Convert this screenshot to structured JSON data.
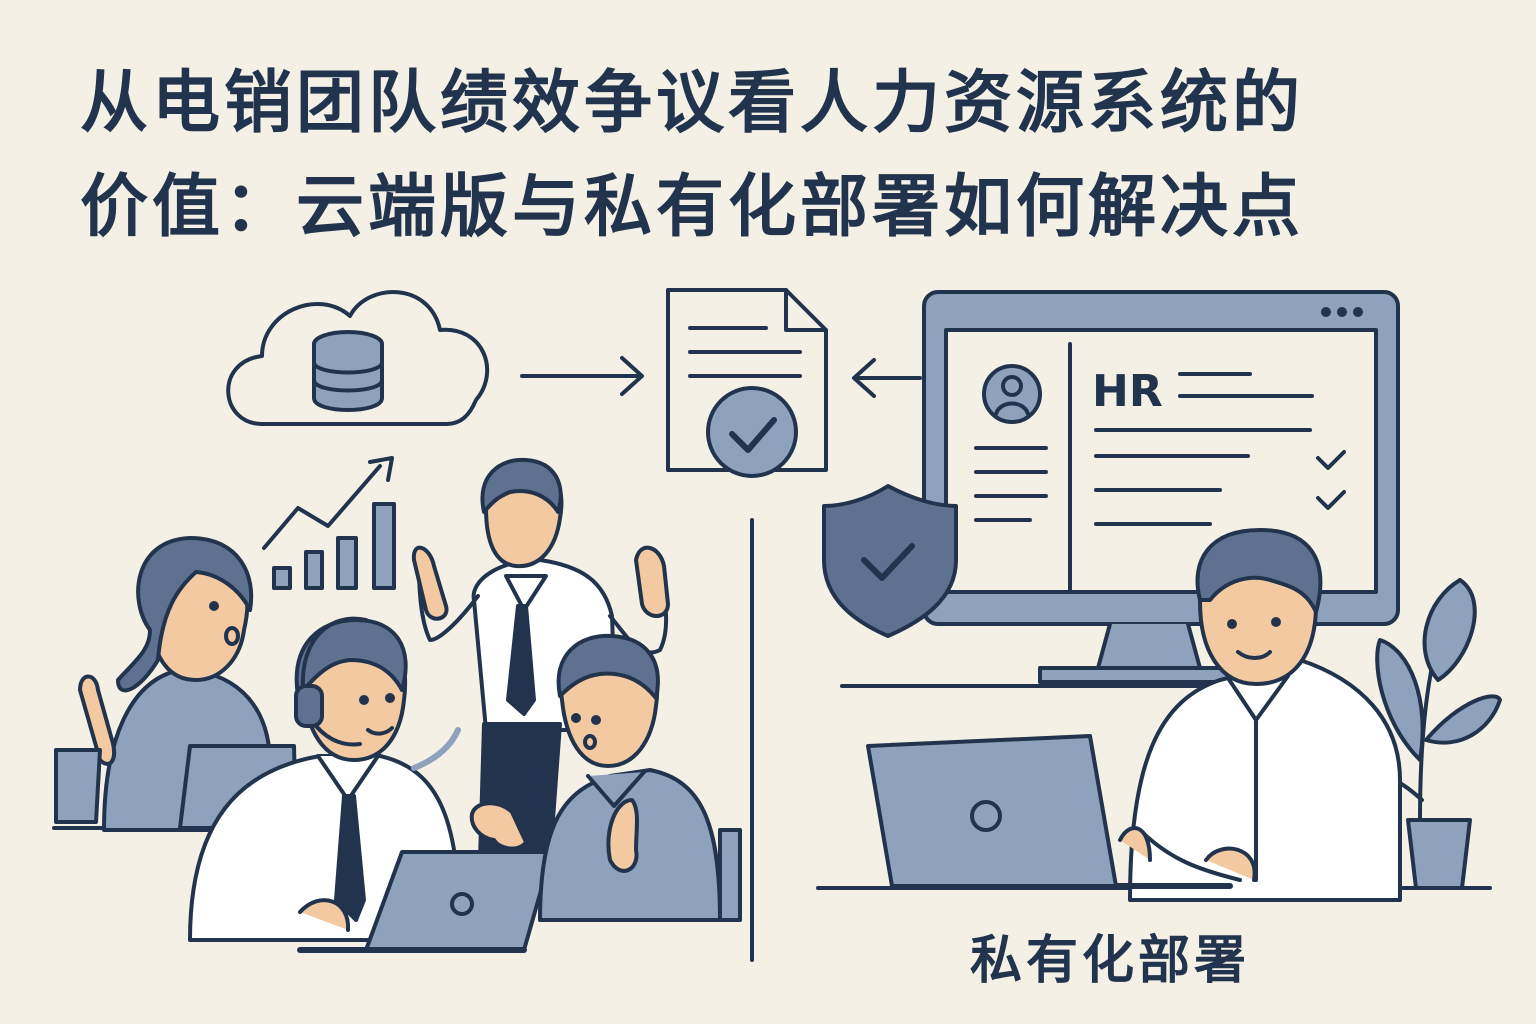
{
  "title": {
    "line1": "从电销团队绩效争议看人力资源系统的",
    "line2": "价值：云端版与私有化部署如何解决点"
  },
  "monitor": {
    "hr_text": "HR"
  },
  "caption": "私有化部署",
  "colors": {
    "background": "#f5f0e6",
    "ink": "#22344d",
    "steel_blue": "#8ea1bd",
    "light_blue": "#c9d3e0",
    "skin": "#f2c9a1",
    "shirt": "#ffffff"
  },
  "icons": [
    "cloud-database-icon",
    "document-check-icon",
    "shield-check-icon",
    "growth-chart-icon",
    "user-avatar-icon",
    "checkmark-icon"
  ]
}
